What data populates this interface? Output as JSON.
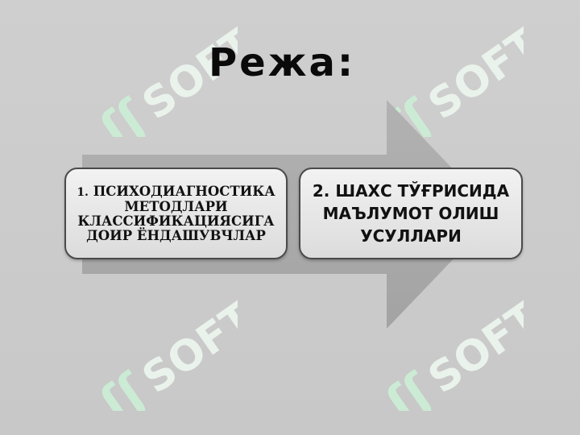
{
  "slide": {
    "title": "Режа:",
    "steps": [
      {
        "number": "1.",
        "text": "ПСИХОДИАГНОСТИКА МЕТОДЛАРИ КЛАССИФИКАЦИЯСИГА ДОИР ЁНДАШУВЧЛАР"
      },
      {
        "text": "2. ШАХС ТЎҒРИСИДА МАЪЛУМОТ ОЛИШ УСУЛЛАРИ"
      }
    ],
    "watermark_text": "SOFT"
  },
  "colors": {
    "background": "#cacaca",
    "arrow": "#a9a9a9",
    "box_fill": "#ececec",
    "box_border": "#4a4a4a",
    "watermark": "#e8f5ec",
    "watermark_logo": "#c9ecd3"
  }
}
